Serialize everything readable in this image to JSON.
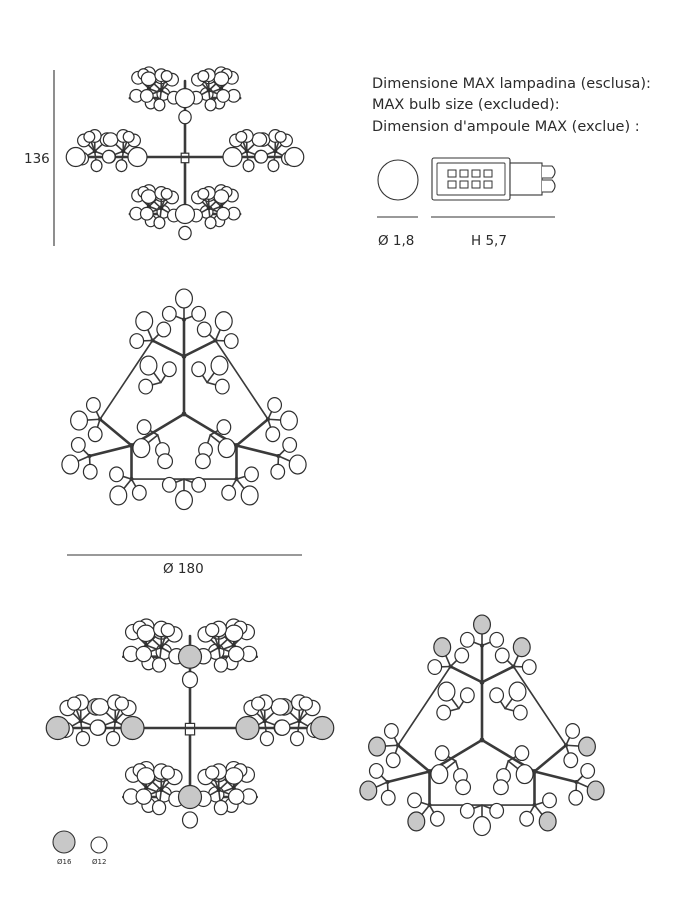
{
  "bulb_spec": {
    "lines": [
      "Dimensione MAX lampadina (esclusa):",
      "MAX bulb size (excluded):",
      "Dimension d'ampoule MAX (exclue) :"
    ],
    "diameter_label": "Ø 1,8",
    "height_label": "H 5,7"
  },
  "dimensions": {
    "height": "136",
    "diameter": "Ø  180"
  },
  "legend": {
    "large": "Ø16",
    "small": "Ø12",
    "large_color": "#c8c8c8",
    "small_color": "#ffffff"
  },
  "line_color": "#333333"
}
